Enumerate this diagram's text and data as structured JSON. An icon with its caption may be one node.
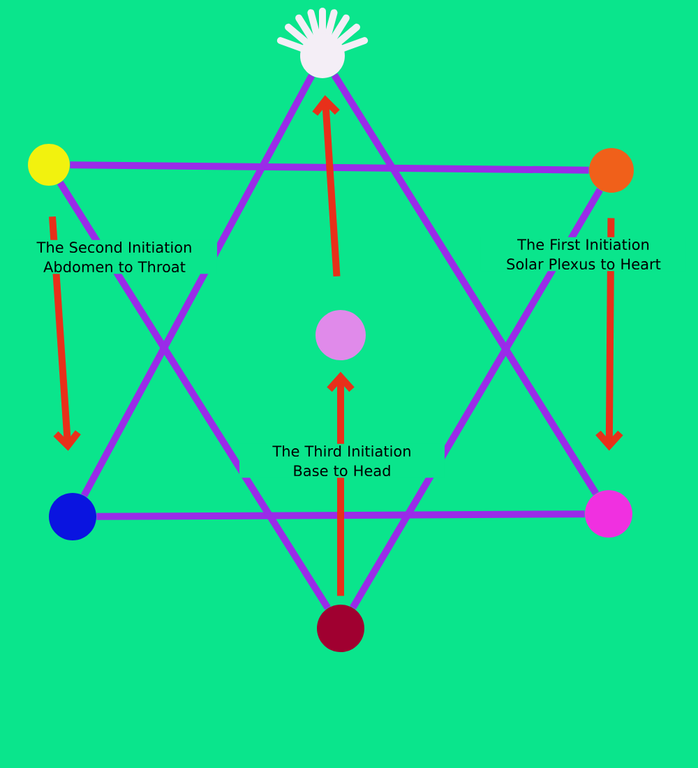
{
  "diagram": {
    "nodes": [
      {
        "text": [],
        "shape": "circle"
      },
      {
        "text": [],
        "shape": "circle"
      },
      {
        "text": [],
        "shape": "circle"
      },
      {
        "text": [],
        "shape": "circle"
      },
      {
        "text": [],
        "shape": "circle"
      },
      {
        "text": [],
        "shape": "circle"
      },
      {
        "text": [],
        "shape": "circle"
      }
    ],
    "edges": [
      {
        "from": 0,
        "to": 4,
        "arrow": "none"
      },
      {
        "from": 0,
        "to": 5,
        "arrow": "none"
      },
      {
        "from": 4,
        "to": 5,
        "arrow": "none"
      },
      {
        "from": 1,
        "to": 2,
        "arrow": "none"
      },
      {
        "from": 1,
        "to": 6,
        "arrow": "none"
      },
      {
        "from": 2,
        "to": 6,
        "arrow": "none"
      },
      {
        "from": 2,
        "to": 5,
        "arrow": "to",
        "color": "#e8301a",
        "label": "The First Initiation Solar Plexus to Heart"
      },
      {
        "from": 1,
        "to": 4,
        "arrow": "to",
        "color": "#e8301a",
        "label": "The Second Initiation Abdomen to Throat"
      },
      {
        "from": 6,
        "to": 3,
        "arrow": "to",
        "color": "#e8301a",
        "label": "The Third Initiation Base to Head"
      },
      {
        "from": 3,
        "to": 0,
        "arrow": "to",
        "color": "#e8301a"
      }
    ]
  }
}
